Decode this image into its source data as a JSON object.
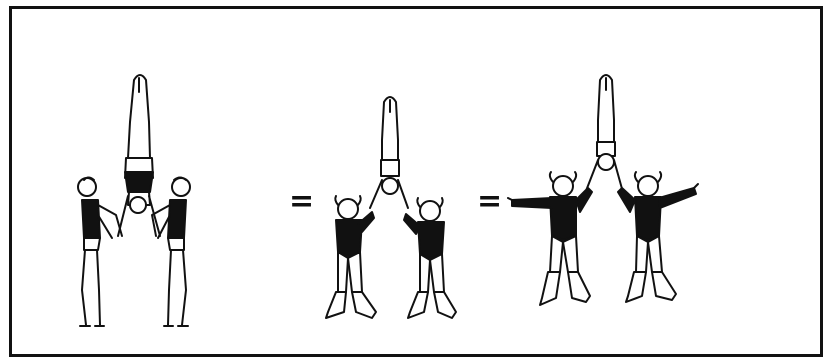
{
  "diagram": {
    "symbols": {
      "equals_1": "=",
      "equals_2": "="
    },
    "colors": {
      "ink": "#111111",
      "background": "#ffffff",
      "border": "#111111"
    },
    "figures": [
      {
        "id": "group-left",
        "description_name": "handstand-with-two-bases-realistic"
      },
      {
        "id": "group-middle",
        "description_name": "handstand-with-two-bases-cartoon"
      },
      {
        "id": "group-right",
        "description_name": "handstand-with-two-bases-arms-out"
      }
    ]
  }
}
